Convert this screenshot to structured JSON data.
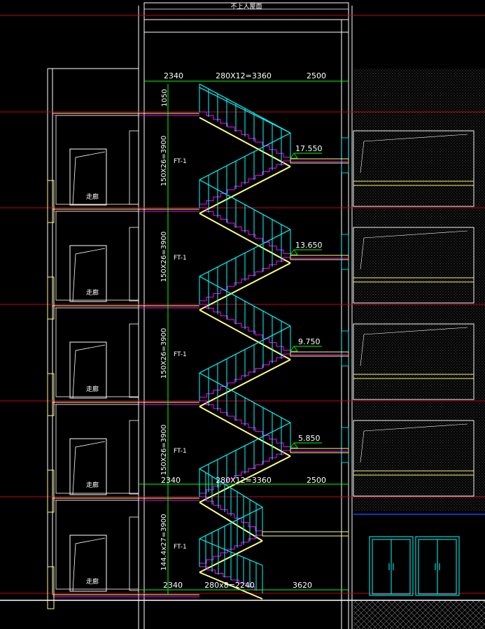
{
  "drawing": {
    "roof_label": "不上人屋面",
    "colors": {
      "background": "#000000",
      "stair": "#00ffff",
      "floor_line": "#c8001e",
      "slab": "#ffff80",
      "structure": "#ffffff",
      "accent": "#ff00ff",
      "dim_green": "#00ff00",
      "hatch": "#555555",
      "blue_line": "#0050ff"
    },
    "top_dims": {
      "left": "2340",
      "middle": "280X12=3360",
      "right": "2500"
    },
    "mid_dims": {
      "left": "2340",
      "middle": "280X12=3360",
      "right": "2500"
    },
    "bottom_dims": {
      "left": "2340",
      "middle": "280x8=2240",
      "right": "3620"
    },
    "top_height": "1050",
    "vertical_dims": [
      "150X26=3900",
      "150X26=3900",
      "150X26=3900",
      "150X26=3900",
      "144.4x27=3900"
    ],
    "stair_labels": [
      "FT-1",
      "FT-1",
      "FT-1",
      "FT-1",
      "FT-1"
    ],
    "room_labels": [
      "走廊",
      "走廊",
      "走廊",
      "走廊",
      "走廊"
    ],
    "elevations": [
      "17.550",
      "13.650",
      "9.750",
      "5.850"
    ]
  }
}
